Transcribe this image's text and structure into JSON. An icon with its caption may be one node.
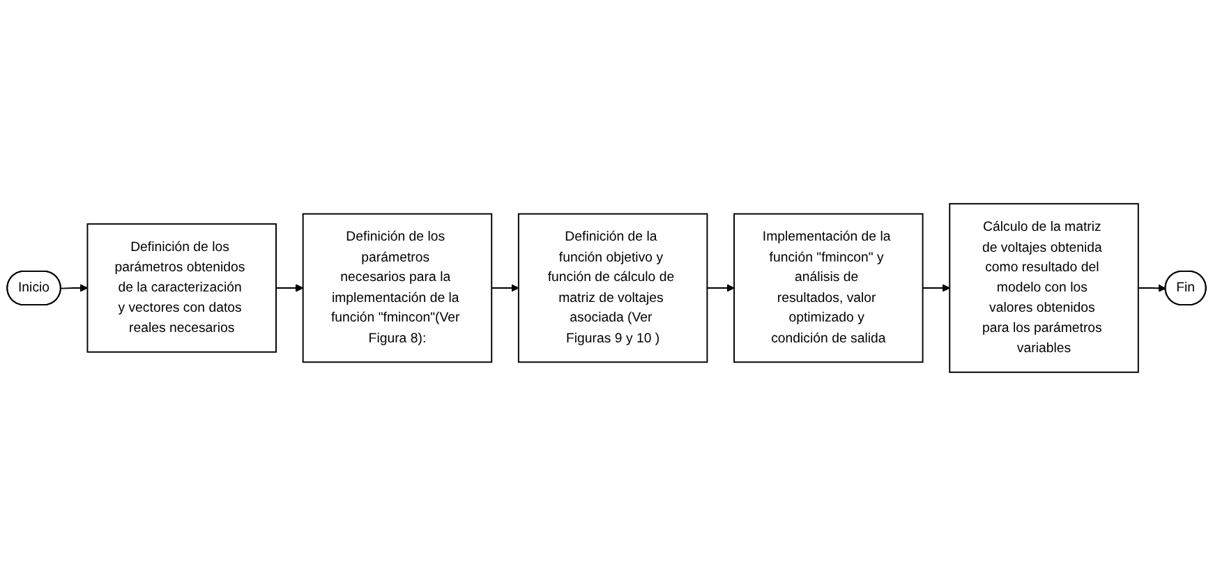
{
  "diagram": {
    "nodes": [
      {
        "text": [
          "Inicio"
        ]
      },
      {
        "text": [
          "Definición de los parámetros obtenidos de la caracterización y vectores con datos reales necesarios"
        ]
      },
      {
        "text": [
          "Definición de los parámetros necesarios para la implementación de la función \"fmincon\"(Ver Figura 8):"
        ]
      },
      {
        "text": [
          "Definición de la función objetivo y función de cálculo de matriz de voltajes asociada (Ver Figuras 9 y 10 )"
        ]
      },
      {
        "text": [
          "Implementación de la función \"fmincon\" y análisis de resultados, valor optimizado y condición de salida"
        ]
      },
      {
        "text": [
          "Cálculo de la matriz de voltajes obtenida como resultado del modelo con los valores obtenidos para los parámetros variables"
        ]
      },
      {
        "text": [
          "Fin"
        ]
      }
    ],
    "edges": [
      {
        "from": 0,
        "to": 1,
        "arrow": "to"
      },
      {
        "from": 1,
        "to": 2,
        "arrow": "to"
      },
      {
        "from": 2,
        "to": 3,
        "arrow": "to"
      },
      {
        "from": 3,
        "to": 4,
        "arrow": "to"
      },
      {
        "from": 4,
        "to": 5,
        "arrow": "to"
      },
      {
        "from": 5,
        "to": 6,
        "arrow": "to"
      }
    ]
  }
}
